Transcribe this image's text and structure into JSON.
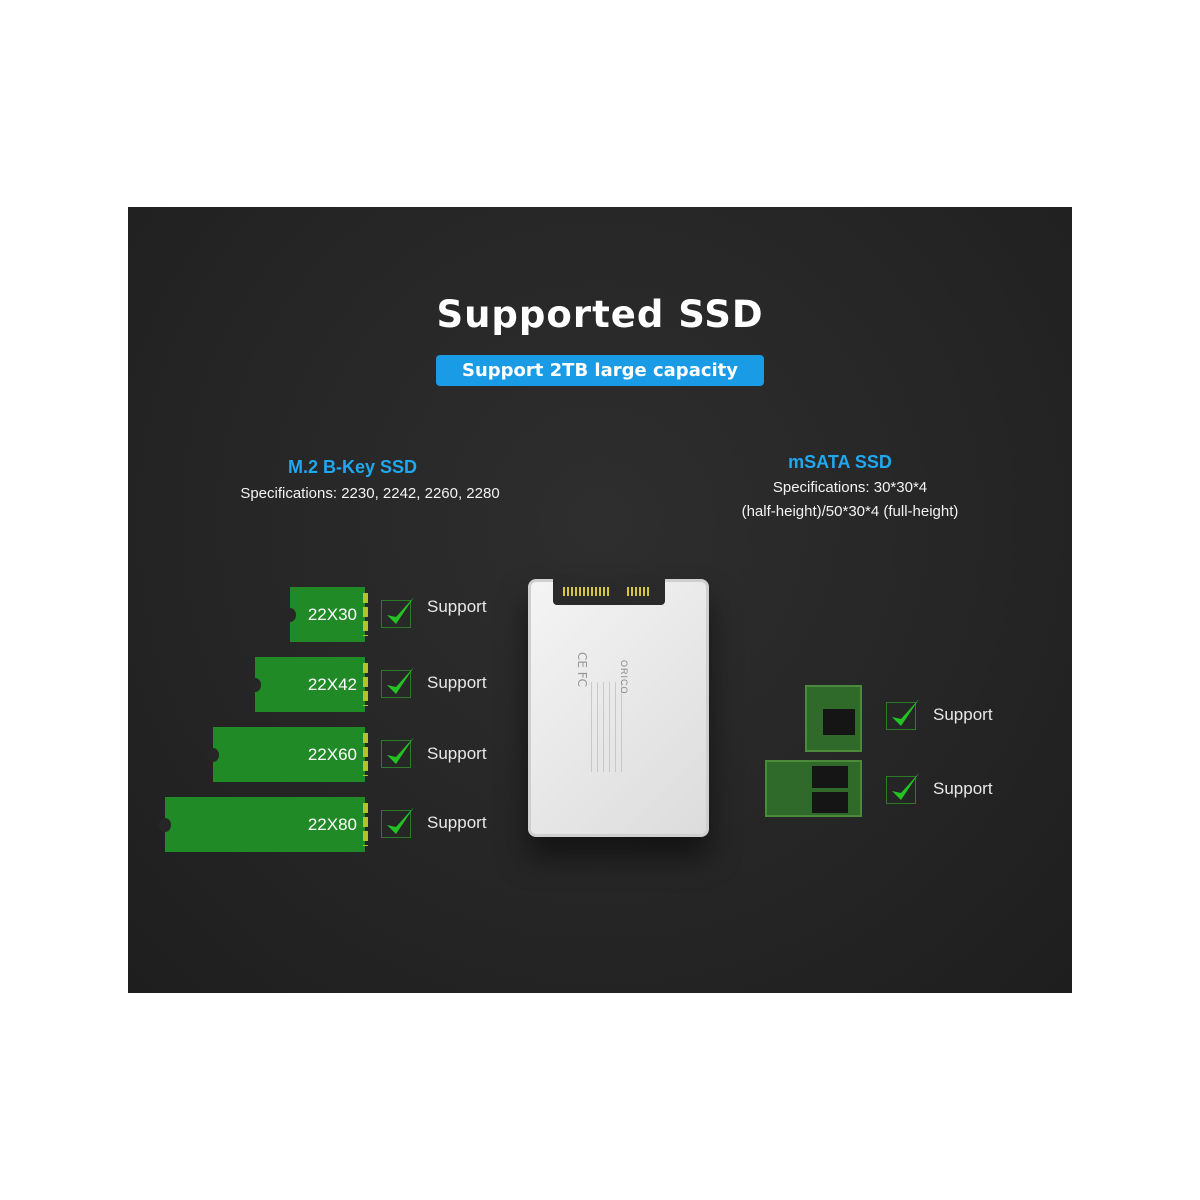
{
  "title": "Supported SSD",
  "badge": "Support 2TB large capacity",
  "m2": {
    "heading": "M.2 B-Key SSD",
    "spec": "Specifications: 2230, 2242, 2260, 2280",
    "items": [
      {
        "size": "22X30",
        "status": "Support"
      },
      {
        "size": "22X42",
        "status": "Support"
      },
      {
        "size": "22X60",
        "status": "Support"
      },
      {
        "size": "22X80",
        "status": "Support"
      }
    ]
  },
  "msata": {
    "heading": "mSATA SSD",
    "spec_line1": "Specifications: 30*30*4",
    "spec_line2": "(half-height)/50*30*4 (full-height)",
    "items": [
      {
        "status": "Support"
      },
      {
        "status": "Support"
      }
    ]
  },
  "colors": {
    "accent": "#1a9be6",
    "card": "#1f8a26",
    "check": "#22c322"
  },
  "enclosure_brand": "ORICO"
}
